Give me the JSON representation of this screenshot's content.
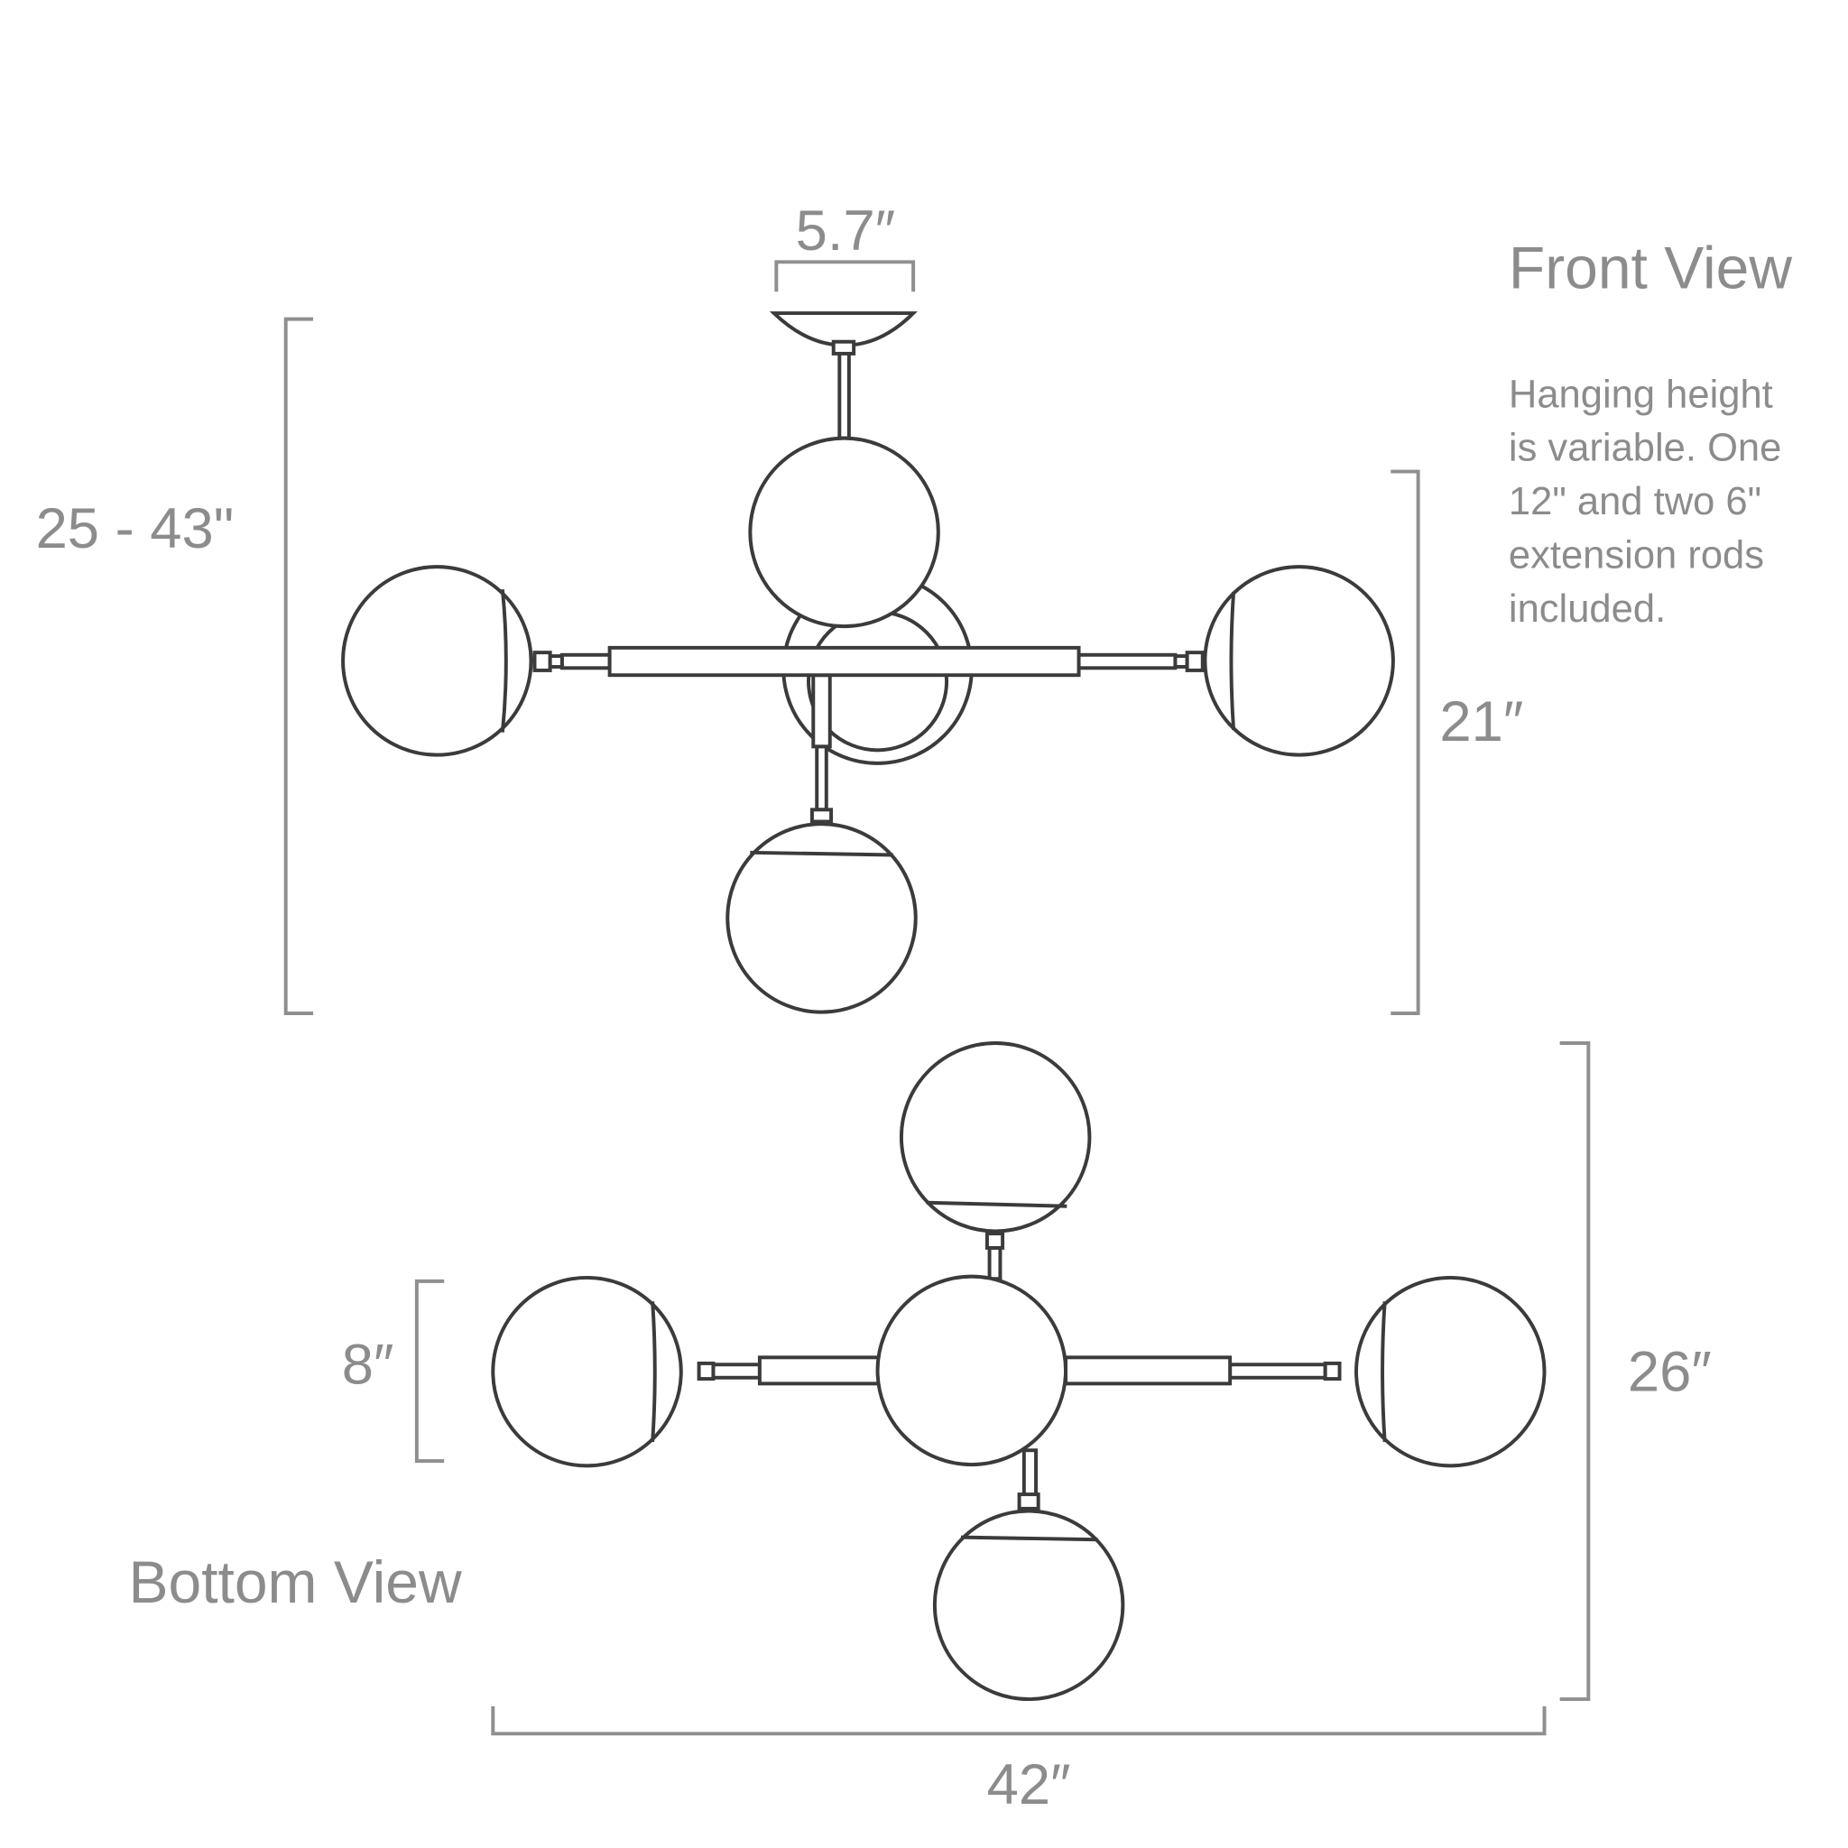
{
  "front_view": {
    "title": "Front View",
    "note_lines": [
      "Hanging height",
      "is variable. One",
      "12\" and two 6\"",
      "extension rods",
      "included."
    ],
    "canopy_width": "5.7″",
    "hanging_height": "25 - 43\"",
    "body_height": "21″"
  },
  "bottom_view": {
    "title": "Bottom View",
    "globe_diameter": "8″",
    "depth": "26″",
    "width": "42″"
  },
  "colors": {
    "dimension": "#8f8f8f",
    "outline": "#3b3b3b",
    "text": "#8c8c8c"
  }
}
